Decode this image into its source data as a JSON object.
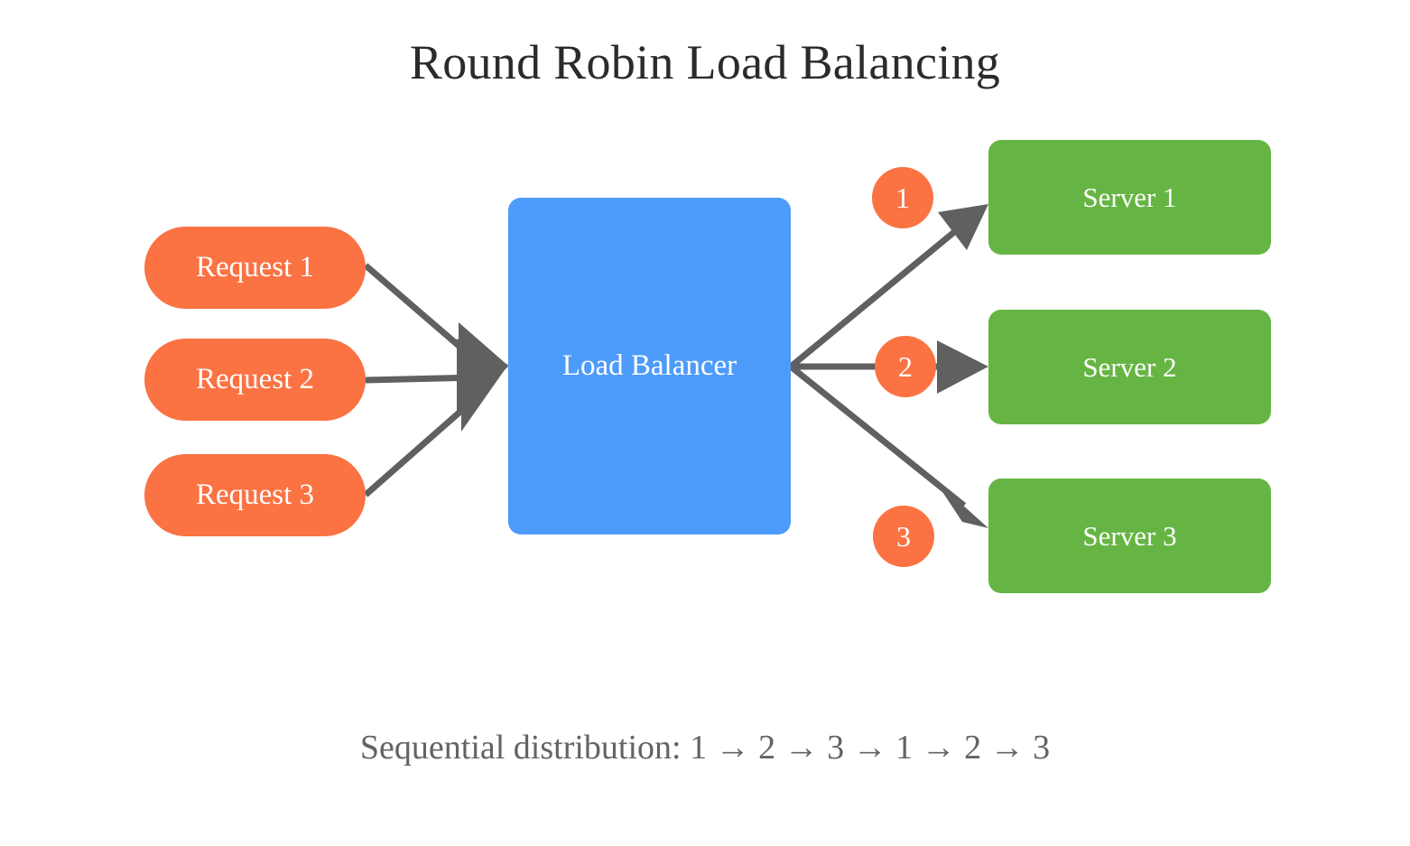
{
  "diagram": {
    "title": "Round Robin Load Balancing",
    "caption": "Sequential distribution: 1 → 2 → 3 → 1 → 2 → 3",
    "background_color": "#ffffff",
    "title_color": "#2b2b2b",
    "caption_color": "#636363",
    "edge_color": "#606060",
    "requests": [
      {
        "label": "Request 1",
        "color": "#fb7243",
        "text_color": "#ffffff"
      },
      {
        "label": "Request 2",
        "color": "#fb7243",
        "text_color": "#ffffff"
      },
      {
        "label": "Request 3",
        "color": "#fb7243",
        "text_color": "#ffffff"
      }
    ],
    "balancer": {
      "label": "Load Balancer",
      "color": "#4d9bfb",
      "text_color": "#ffffff"
    },
    "servers": [
      {
        "label": "Server 1",
        "color": "#66b544",
        "text_color": "#ffffff"
      },
      {
        "label": "Server 2",
        "color": "#66b544",
        "text_color": "#ffffff"
      },
      {
        "label": "Server 3",
        "color": "#66b544",
        "text_color": "#ffffff"
      }
    ],
    "sequence_badges": [
      {
        "label": "1",
        "color": "#fb7243",
        "text_color": "#ffffff"
      },
      {
        "label": "2",
        "color": "#fb7243",
        "text_color": "#ffffff"
      },
      {
        "label": "3",
        "color": "#fb7243",
        "text_color": "#ffffff"
      }
    ]
  }
}
